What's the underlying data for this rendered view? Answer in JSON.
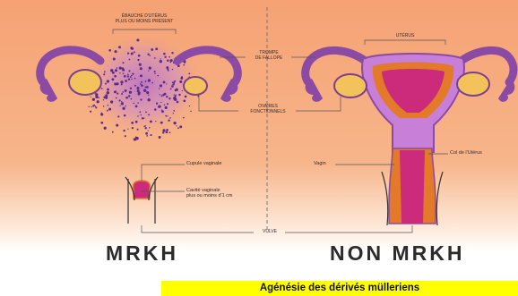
{
  "labels": {
    "ebauche": "ÉBAUCHE D'UTÉRUS\nPLUS OU MOINS PRÉSENT",
    "uterus": "UTÉRUS",
    "trompe": "TROMPE\nDE FALLOPE",
    "ovaires": "OVAIRES\nFONCTIONNELS",
    "cupule": "Cupule vaginale",
    "cavite": "Cavité vaginale\nplus ou moins d'1 cm",
    "vagin": "Vagin",
    "col": "Col de l'Utérus",
    "vulve": "VULVE"
  },
  "titles": {
    "left": "MRKH",
    "right": "NON MRKH"
  },
  "banner": "Agénésie des dérivés mülleriens",
  "colors": {
    "background_top": "#f5a777",
    "background_bottom": "#ffffff",
    "tube_purple": "#8b4aa3",
    "ovary_yellow": "#f4c25a",
    "uterus_magenta": "#cc2a7a",
    "uterus_orange": "#e27a2a",
    "dots_purple": "#5b2a8c",
    "banner_yellow": "#ffff00"
  }
}
